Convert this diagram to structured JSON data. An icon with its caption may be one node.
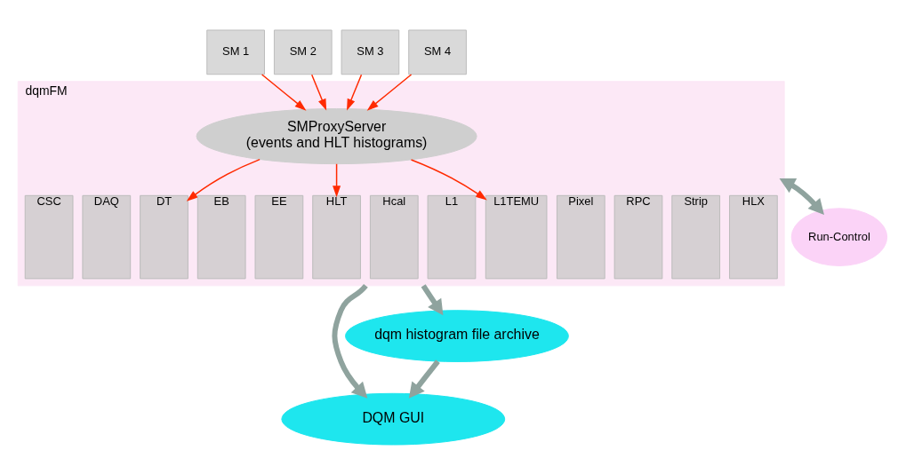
{
  "diagram": {
    "nodes": [
      {
        "text": [
          "SM 1"
        ]
      },
      {
        "text": [
          "SM 2"
        ]
      },
      {
        "text": [
          "SM 3"
        ]
      },
      {
        "text": [
          "SM 4"
        ]
      },
      {
        "text": [
          "dqmFM"
        ]
      },
      {
        "text": [
          "SMProxyServer",
          "(events and HLT histograms)"
        ],
        "in": 4
      },
      {
        "text": [
          "CSC"
        ],
        "in": 4
      },
      {
        "text": [
          "DAQ"
        ],
        "in": 4
      },
      {
        "text": [
          "DT"
        ],
        "in": 4
      },
      {
        "text": [
          "EB"
        ],
        "in": 4
      },
      {
        "text": [
          "EE"
        ],
        "in": 4
      },
      {
        "text": [
          "HLT"
        ],
        "in": 4
      },
      {
        "text": [
          "Hcal"
        ],
        "in": 4
      },
      {
        "text": [
          "L1"
        ],
        "in": 4
      },
      {
        "text": [
          "L1TEMU"
        ],
        "in": 4
      },
      {
        "text": [
          "Pixel"
        ],
        "in": 4
      },
      {
        "text": [
          "RPC"
        ],
        "in": 4
      },
      {
        "text": [
          "Strip"
        ],
        "in": 4
      },
      {
        "text": [
          "HLX"
        ],
        "in": 4
      },
      {
        "text": [
          "Run-Control"
        ]
      },
      {
        "text": [
          "DQM GUI"
        ]
      },
      {
        "text": [
          "dqm histogram file archive"
        ]
      }
    ],
    "edges": [
      {
        "from": 0,
        "to": 5,
        "arrow": "to"
      },
      {
        "from": 1,
        "to": 5,
        "arrow": "to"
      },
      {
        "from": 2,
        "to": 5,
        "arrow": "to"
      },
      {
        "from": 3,
        "to": 5,
        "arrow": "to"
      },
      {
        "from": 5,
        "to": 8,
        "arrow": "to"
      },
      {
        "from": 5,
        "to": 11,
        "arrow": "to"
      },
      {
        "from": 5,
        "to": 14,
        "arrow": "to"
      },
      {
        "from": 19,
        "to": 4,
        "arrow": "both",
        "style": "thick",
        "color": "#8fa39e"
      },
      {
        "from": 4,
        "to": 20,
        "arrow": "to",
        "style": "thick",
        "color": "#8fa39e"
      },
      {
        "from": 4,
        "to": 21,
        "arrow": "to",
        "style": "thick",
        "color": "#8fa39e"
      },
      {
        "from": 21,
        "to": 20,
        "arrow": "to",
        "style": "thick",
        "color": "#8fa39e"
      }
    ]
  }
}
